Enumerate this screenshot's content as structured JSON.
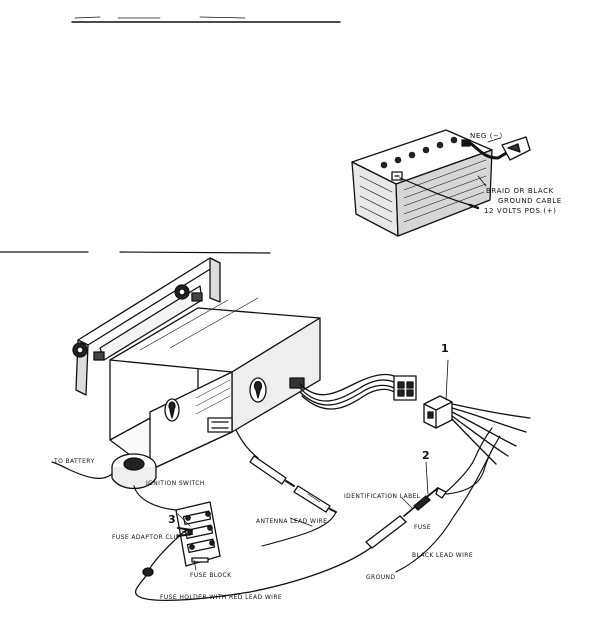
{
  "battery": {
    "neg_label": "NEG (−)",
    "braid_label": "BRAID OR BLACK",
    "ground_cable_label": "GROUND CABLE",
    "volts_label": "12 VOLTS POS (+)"
  },
  "labels": {
    "to_battery": "TO BATTERY",
    "ignition_switch": "IGNITION SWITCH",
    "fuse_adaptor_clip": "FUSE ADAPTOR CLIP",
    "fuse_block": "FUSE BLOCK",
    "fuse_holder": "FUSE HOLDER WITH RED LEAD WIRE",
    "antenna_lead_wire": "ANTENNA LEAD WIRE",
    "identification_label": "IDENTIFICATION LABEL",
    "fuse": "FUSE",
    "black_lead_wire": "BLACK LEAD WIRE",
    "ground": "GROUND"
  },
  "callouts": {
    "one": "1",
    "two": "2",
    "three": "3"
  }
}
